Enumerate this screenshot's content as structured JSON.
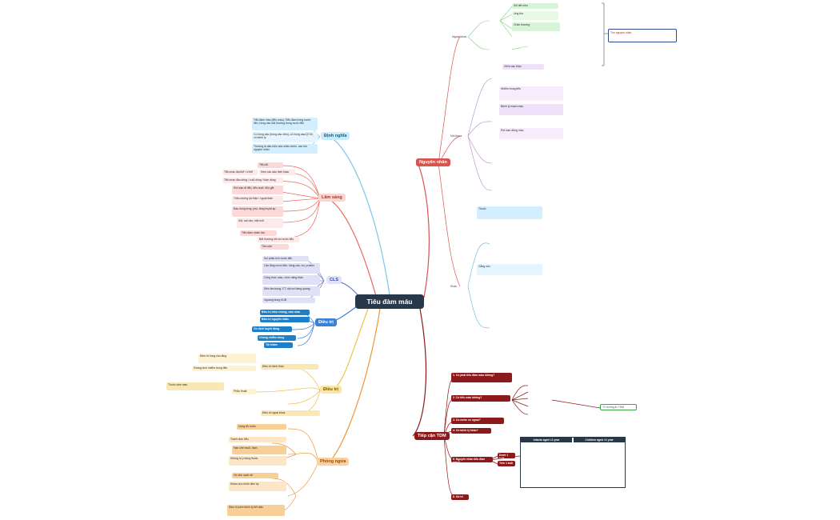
{
  "root": "Tiêu đàm máu",
  "colors": {
    "dark_red": "#8c1a1a",
    "blue": "#1f7fc8",
    "navy": "#27384a"
  },
  "branches": {
    "dinh_nghia": "Định nghĩa",
    "lam_sang": "Lâm sàng",
    "cls": "CLS",
    "dieu_tri_1": "Điều trị",
    "dieu_tri_2": "Điều trị",
    "phong_ngua": "Phòng ngừa",
    "nguyen_nhan": "Nguyên nhân",
    "tiep_can": "Tiếp cận TDM"
  },
  "dinh_nghia": [
    "Tiểu đàm máu (tiểu máu): Tiểu đàm trong nước tiểu, hồng cầu bất thường trong nước tiểu",
    "Có hồng cầu (hồng cầu niệu), ≥3 hồng cầu/QT40, có bệnh lý",
    "Thường là dấu hiệu của nhiều bệnh, cần tìm nguyên nhân"
  ],
  "lam_sang": [
    "Tiểu đỏ",
    "Tiểu máu đại thể / vi thể",
    "Kèm các dấu hiệu khác",
    "Tiểu máu đầu dòng / cuối dòng / toàn dòng",
    "Rối loạn đi tiểu, tiểu buốt, tiểu gắt",
    "Triệu chứng tại thận / ngoài thận",
    "Đau hông lưng, phù, tăng huyết áp",
    "Sốt, sụt cân, mệt mỏi",
    "Tiểu đàm nhiều lần",
    "Bất thường khi soi nước tiểu",
    "Tiền căn"
  ],
  "cls": [
    "Soi phân tích nước tiểu",
    "Cặn lắng nước tiểu: hồng cầu, trụ, protein",
    "Công thức máu, chức năng thận",
    "Siêu âm bụng, CT, nội soi bàng quang",
    "Xquang bụng KUB"
  ],
  "dieu_tri_1": [
    "Điều trị triệu chứng, cầm máu",
    "Điều trị nguyên nhân",
    "Ổn định huyết động",
    "Chống nhiễm trùng",
    "Tái khám"
  ],
  "dieu_tri_2": [
    "Điều trị hồng cầu tăng",
    "Điều trị bệnh thận",
    "Kháng sinh nhiễm trùng tiểu",
    "Thuốc cầm máu",
    "Phẫu thuật",
    "Điều trị ngoại khoa"
  ],
  "phong_ngua": [
    "Uống đủ nước",
    "Tránh nhịn tiểu",
    "Hạn chế muối, đạm",
    "Không tự ý dùng thuốc",
    "Vệ sinh sạch sẽ",
    "Khám sức khỏe định kỳ",
    "Điều trị sớm bệnh lý tiết niệu"
  ],
  "nguyen_nhan": {
    "groups": [
      "Ngoại khoa",
      "Nội khoa",
      "Khác"
    ],
    "items": [
      "Sỏi tiết niệu",
      "Ung thư",
      "Chấn thương",
      "Viêm cầu thận",
      "Nhiễm trùng tiểu",
      "Bệnh lý mạch máu",
      "Rối loạn đông máu",
      "Thuốc",
      "Gắng sức"
    ],
    "note": "Tìm nguyên nhân"
  },
  "tiep_can": {
    "questions": [
      "1. Có phải tiểu đàm máu không?",
      "2. Có tiểu máu không?",
      "3. Có nước vs ngoại?",
      "4. Có bệnh lý khác?",
      "5. Nguyên nhân tiểu đàm máu?",
      "6. Xử trí"
    ],
    "sub": [
      "Dưới 1 tuổi",
      "Trên 1 tuổi"
    ],
    "side": "TC tương tự TDM",
    "table_headers": [
      "Infants aged <1 year",
      "Children aged >1 year"
    ]
  }
}
